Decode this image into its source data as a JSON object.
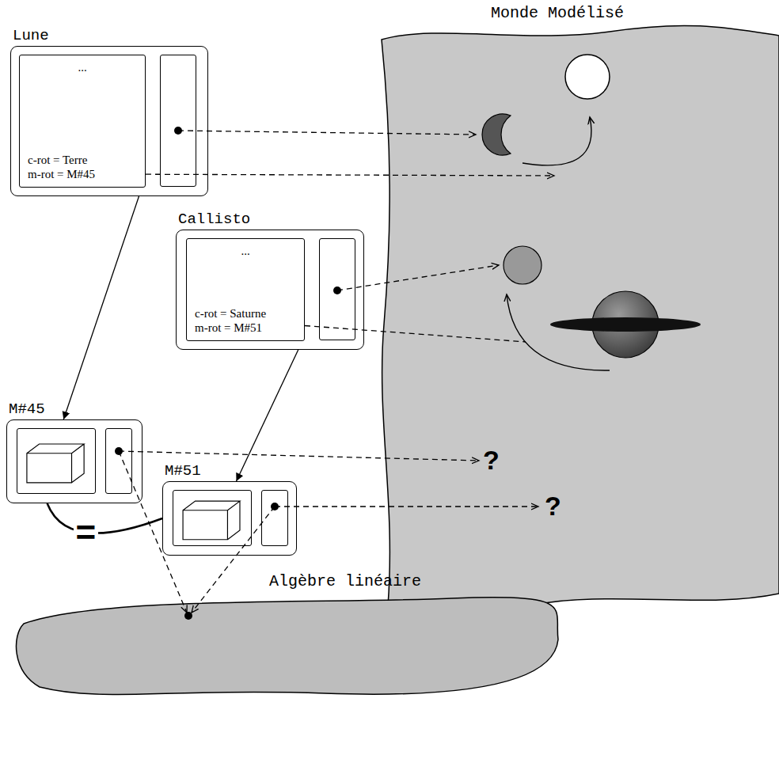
{
  "diagram": {
    "nodes": [
      {
        "text": [
          "Lune"
        ]
      },
      {
        "text": [
          "...",
          "c-rot = Terre",
          "m-rot = M#45"
        ],
        "in": 0
      },
      {
        "text": [
          "Callisto"
        ]
      },
      {
        "text": [
          "...",
          "c-rot = Saturne",
          "m-rot = M#51"
        ],
        "in": 2
      },
      {
        "text": [
          "M#45"
        ]
      },
      {
        "text": [
          "M#51"
        ]
      },
      {
        "text": [
          "Monde Modélisé"
        ]
      },
      {
        "text": [
          "Algèbre linéaire"
        ]
      }
    ],
    "edges": [
      {
        "from": 0,
        "to": 6,
        "arrow": "to"
      },
      {
        "from": 1,
        "to": 6,
        "arrow": "to"
      },
      {
        "from": 2,
        "to": 6,
        "arrow": "to"
      },
      {
        "from": 3,
        "to": 6,
        "arrow": "none"
      },
      {
        "from": 0,
        "to": 4,
        "arrow": "to"
      },
      {
        "from": 2,
        "to": 5,
        "arrow": "to"
      },
      {
        "from": 4,
        "to": 6,
        "arrow": "to"
      },
      {
        "from": 5,
        "to": 6,
        "arrow": "to"
      },
      {
        "from": 4,
        "to": 7,
        "arrow": "to"
      },
      {
        "from": 5,
        "to": 7,
        "arrow": "to"
      },
      {
        "from": 4,
        "to": 5,
        "label": "=",
        "arrow": "none"
      }
    ],
    "labels": [
      "?",
      "?"
    ]
  }
}
